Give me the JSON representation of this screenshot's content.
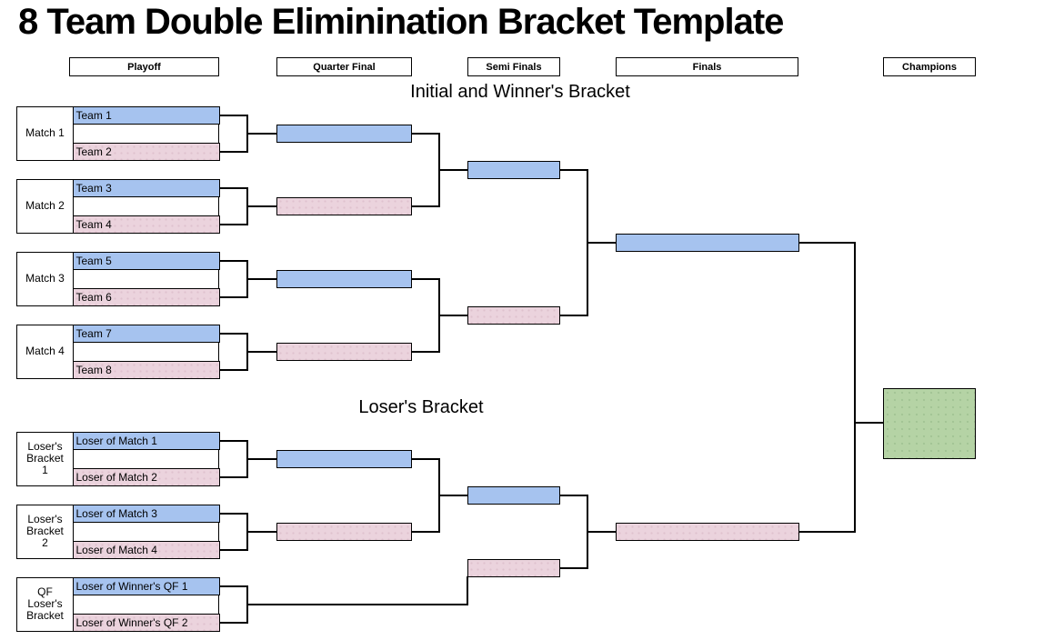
{
  "title": "8 Team Double Eliminination Bracket Template",
  "columns": [
    "Playoff",
    "Quarter Final",
    "Semi Finals",
    "Finals",
    "Champions"
  ],
  "winners_section_title": "Initial and Winner's Bracket",
  "losers_section_title": "Loser's Bracket",
  "winners_matches": [
    {
      "label": "Match 1",
      "top": "Team 1",
      "bottom": "Team 2"
    },
    {
      "label": "Match 2",
      "top": "Team 3",
      "bottom": "Team 4"
    },
    {
      "label": "Match 3",
      "top": "Team 5",
      "bottom": "Team 6"
    },
    {
      "label": "Match 4",
      "top": "Team 7",
      "bottom": "Team 8"
    }
  ],
  "losers_matches": [
    {
      "label": "Loser's\nBracket\n1",
      "top": "Loser of Match 1",
      "bottom": "Loser of Match 2"
    },
    {
      "label": "Loser's\nBracket\n2",
      "top": "Loser of Match 3",
      "bottom": "Loser of Match 4"
    },
    {
      "label": "QF\nLoser's\nBracket",
      "top": "Loser of Winner's QF 1",
      "bottom": "Loser of Winner's QF 2"
    }
  ],
  "colors": {
    "blue": "#a6c3ef",
    "pink": "#ebd3dd",
    "green": "#b5d3a5",
    "line": "#000000"
  }
}
